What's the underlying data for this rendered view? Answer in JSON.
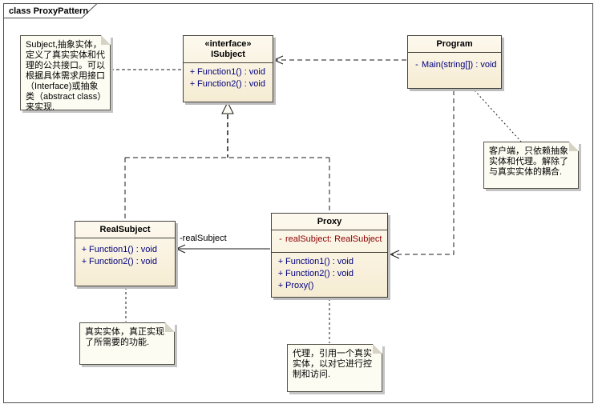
{
  "frame": {
    "tab_label": "class ProxyPattern"
  },
  "classes": {
    "isubject": {
      "stereotype": "«interface»",
      "name": "ISubject",
      "operations": [
        {
          "vis": "+",
          "text": "Function1() : void"
        },
        {
          "vis": "+",
          "text": "Function2() : void"
        }
      ]
    },
    "program": {
      "name": "Program",
      "operations": [
        {
          "vis": "-",
          "text": "Main(string[]) : void"
        }
      ]
    },
    "realsubject": {
      "name": "RealSubject",
      "operations": [
        {
          "vis": "+",
          "text": "Function1() : void"
        },
        {
          "vis": "+",
          "text": "Function2() : void"
        }
      ]
    },
    "proxy": {
      "name": "Proxy",
      "attributes": [
        {
          "vis": "-",
          "text": "realSubject:  RealSubject"
        }
      ],
      "operations": [
        {
          "vis": "+",
          "text": "Function1() : void"
        },
        {
          "vis": "+",
          "text": "Function2() : void"
        },
        {
          "vis": "+",
          "text": "Proxy()"
        }
      ]
    }
  },
  "notes": {
    "subject_note": "Subject,抽象实体，定义了真实实体和代理的公共接口。可以根据具体需求用接口（Interface)或抽象类（abstract class）来实现.",
    "client_note": "客户端，只依赖抽象实体和代理。解除了与真实实体的耦合.",
    "realsubject_note": "真实实体，真正实现了所需要的功能.",
    "proxy_note": "代理，引用一个真实实体，以对它进行控制和访问."
  },
  "labels": {
    "association_role": "-realSubject"
  },
  "colors": {
    "class_fill_top": "#fdf9ee",
    "class_fill_bottom": "#f6ecd3",
    "note_fill": "#fdfcf2",
    "operation_text": "#00007d",
    "attribute_text": "#8b0000",
    "connector": "#1a1a1a",
    "shadow": "#bdbdbd"
  }
}
